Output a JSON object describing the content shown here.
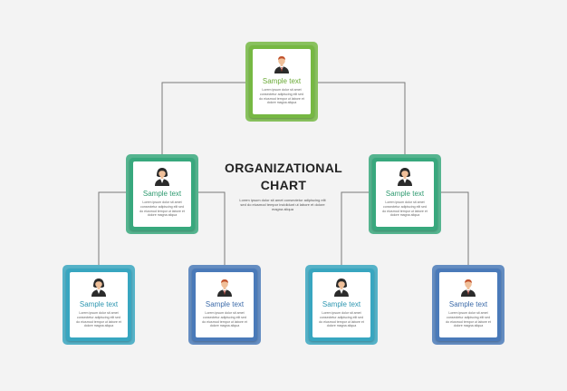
{
  "title": "ORGANIZATIONAL\nCHART",
  "center_text": "Lorem ipsum dolor sit amet consectetur adipiscing elit sed do eiusmod tempor incididunt ut labore et dolore magna aliqua",
  "nodes": [
    {
      "id": "root",
      "label": "Sample text",
      "gender": "male",
      "color": "#76b843",
      "text_color": "#6aaa36",
      "desc": "Lorem ipsum dolor sit amet consectetur adipiscing elit sed do eiusmod tempor ut labore et dolore magna aliqua"
    },
    {
      "id": "mgr-1",
      "label": "Sample text",
      "gender": "female",
      "color": "#38a87d",
      "text_color": "#2f9a70",
      "desc": "Lorem ipsum dolor sit amet consectetur adipiscing elit sed do eiusmod tempor ut labore et dolore magna aliqua"
    },
    {
      "id": "mgr-2",
      "label": "Sample text",
      "gender": "female",
      "color": "#38a87d",
      "text_color": "#2f9a70",
      "desc": "Lorem ipsum dolor sit amet consectetur adipiscing elit sed do eiusmod tempor ut labore et dolore magna aliqua"
    },
    {
      "id": "emp-1",
      "label": "Sample text",
      "gender": "female",
      "color": "#38a6c0",
      "text_color": "#2d96b0",
      "desc": "Lorem ipsum dolor sit amet consectetur adipiscing elit sed do eiusmod tempor ut labore et dolore magna aliqua"
    },
    {
      "id": "emp-2",
      "label": "Sample text",
      "gender": "male",
      "color": "#4a7ab9",
      "text_color": "#3d6ba9",
      "desc": "Lorem ipsum dolor sit amet consectetur adipiscing elit sed do eiusmod tempor ut labore et dolore magna aliqua"
    },
    {
      "id": "emp-3",
      "label": "Sample text",
      "gender": "female",
      "color": "#38a6c0",
      "text_color": "#2d96b0",
      "desc": "Lorem ipsum dolor sit amet consectetur adipiscing elit sed do eiusmod tempor ut labore et dolore magna aliqua"
    },
    {
      "id": "emp-4",
      "label": "Sample text",
      "gender": "male",
      "color": "#4a7ab9",
      "text_color": "#3d6ba9",
      "desc": "Lorem ipsum dolor sit amet consectetur adipiscing elit sed do eiusmod tempor ut labore et dolore magna aliqua"
    }
  ],
  "edges": [
    {
      "from": "root",
      "to": "mgr-1"
    },
    {
      "from": "root",
      "to": "mgr-2"
    },
    {
      "from": "mgr-1",
      "to": "emp-1"
    },
    {
      "from": "mgr-1",
      "to": "emp-2"
    },
    {
      "from": "mgr-2",
      "to": "emp-3"
    },
    {
      "from": "mgr-2",
      "to": "emp-4"
    }
  ],
  "colors": {
    "line": "#7a7a7a",
    "suit": "#2b2b2b",
    "skin": "#f0c09a",
    "hair_male": "#c0502a",
    "hair_female": "#2a2a2a",
    "shirt": "#ffffff",
    "tie": "#c0392b"
  }
}
